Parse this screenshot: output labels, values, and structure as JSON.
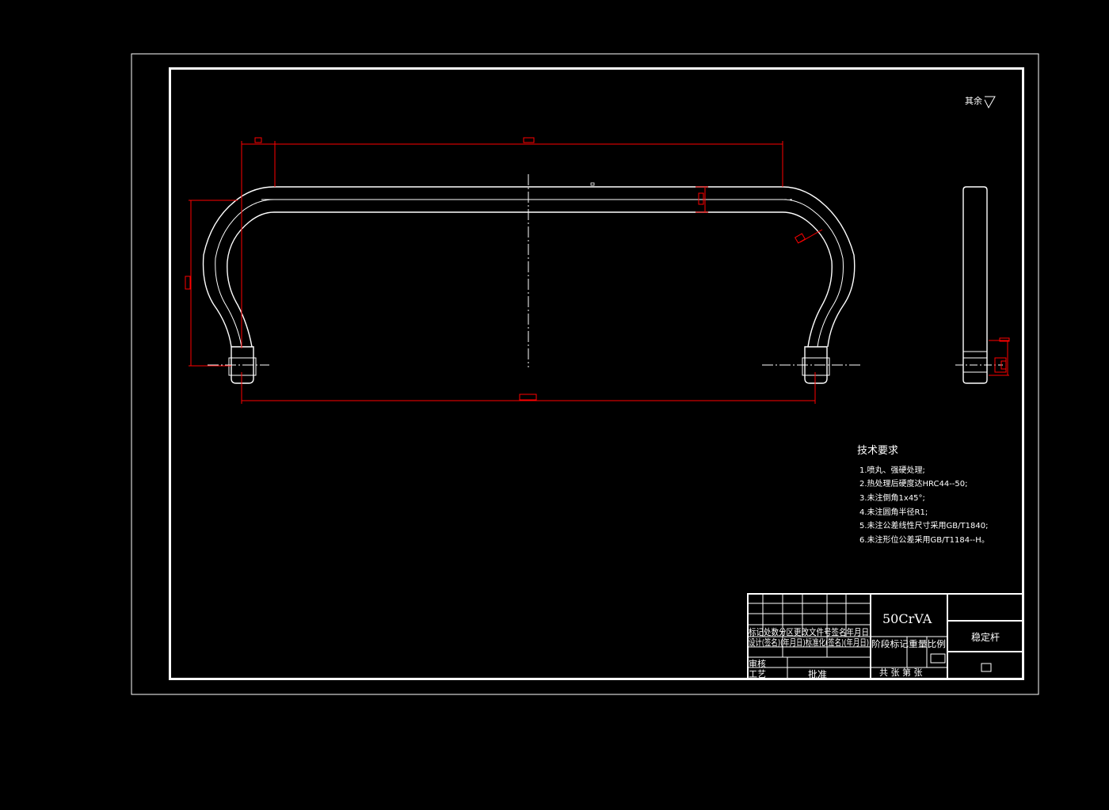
{
  "drawing": {
    "surface_note": "其余",
    "material": "50CrVA",
    "part_name": "稳定杆",
    "tech_requirements": {
      "title": "技术要求",
      "items": [
        "1.喷丸、强硬处理;",
        "2.热处理后硬度达HRC44--50;",
        "3.未注倒角1x45°;",
        "4.未注圆角半径R1;",
        "5.未注公差线性尺寸采用GB/T1840;",
        "6.未注形位公差采用GB/T1184--H。"
      ]
    },
    "title_block": {
      "row_header": "标记处数分区更改文件号签名年月日",
      "row_design": "设计(签名)(年月日)标准化(签名)(年月日)",
      "row_stage": "阶段标记重量比例",
      "row_review": "审核",
      "row_process": "工艺",
      "approve": "批准",
      "sheets": "共 张 第 张"
    }
  },
  "colors": {
    "background": "#000000",
    "line": "#ffffff",
    "dimension": "#ff0000"
  }
}
